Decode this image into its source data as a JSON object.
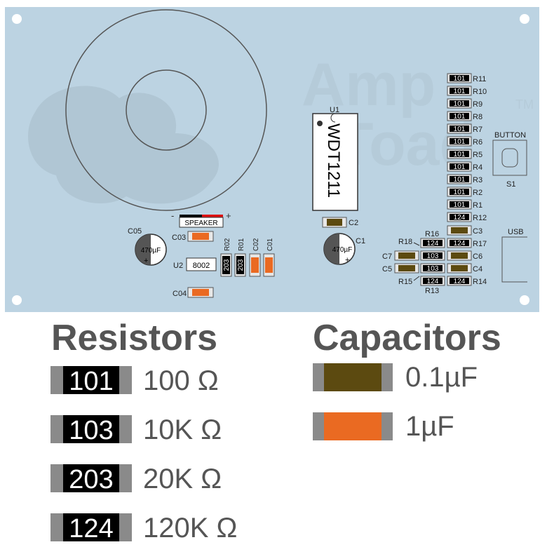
{
  "board": {
    "brand_line1": "Amp",
    "brand_line2": "Toad",
    "trademark": "TM",
    "ic": {
      "ref": "U1",
      "part": "WDT1211"
    },
    "ic2": {
      "ref": "U2",
      "part": "8002"
    },
    "speaker": {
      "label": "SPEAKER",
      "minus": "-",
      "plus": "+"
    },
    "button": {
      "label": "BUTTON",
      "ref": "S1"
    },
    "usb": {
      "label": "USB"
    },
    "cap_c05": {
      "ref": "C05",
      "value": "470µF",
      "plus": "+"
    },
    "cap_c1": {
      "ref": "C1",
      "value": "470µF",
      "plus": "+"
    },
    "vertical_parts": [
      {
        "ref": "R02",
        "code": "203"
      },
      {
        "ref": "R01",
        "code": "203"
      },
      {
        "ref": "C02",
        "code": ""
      },
      {
        "ref": "C01",
        "code": ""
      }
    ],
    "labels_misc": {
      "c03": "C03",
      "c04": "C04",
      "c2": "C2"
    },
    "resistor_column": [
      {
        "code": "101",
        "ref": "R11"
      },
      {
        "code": "101",
        "ref": "R10"
      },
      {
        "code": "101",
        "ref": "R9"
      },
      {
        "code": "101",
        "ref": "R8"
      },
      {
        "code": "101",
        "ref": "R7"
      },
      {
        "code": "101",
        "ref": "R6"
      },
      {
        "code": "101",
        "ref": "R5"
      },
      {
        "code": "101",
        "ref": "R4"
      },
      {
        "code": "101",
        "ref": "R3"
      },
      {
        "code": "101",
        "ref": "R2"
      },
      {
        "code": "101",
        "ref": "R1"
      },
      {
        "code": "124",
        "ref": "R12"
      }
    ],
    "right_col_refs": [
      "C3",
      "R17",
      "C6",
      "C4",
      "R14"
    ],
    "right_col_codes": [
      "",
      "124",
      "",
      "",
      "124"
    ],
    "mid_col_refs": [
      "R16",
      "R13"
    ],
    "mid_col_codes": [
      "124",
      "103",
      "103",
      "124"
    ],
    "left_col_refs": [
      "R18",
      "C7",
      "C5",
      "R15"
    ]
  },
  "legend": {
    "resistors_title": "Resistors",
    "capacitors_title": "Capacitors",
    "resistors": [
      {
        "code": "101",
        "value": "100 Ω"
      },
      {
        "code": "103",
        "value": "10K Ω"
      },
      {
        "code": "203",
        "value": "20K Ω"
      },
      {
        "code": "124",
        "value": "120K Ω"
      }
    ],
    "capacitors": [
      {
        "value": "0.1µF",
        "color": "#5c4a10"
      },
      {
        "value": "1µF",
        "color": "#ea6a22"
      }
    ]
  },
  "colors": {
    "board": "#bcd3e2",
    "outline": "#555555",
    "cap_small": "#5c4a10",
    "cap_large": "#ea6a22",
    "resistor_body": "#000000",
    "end_cap": "#8a8a8a"
  }
}
